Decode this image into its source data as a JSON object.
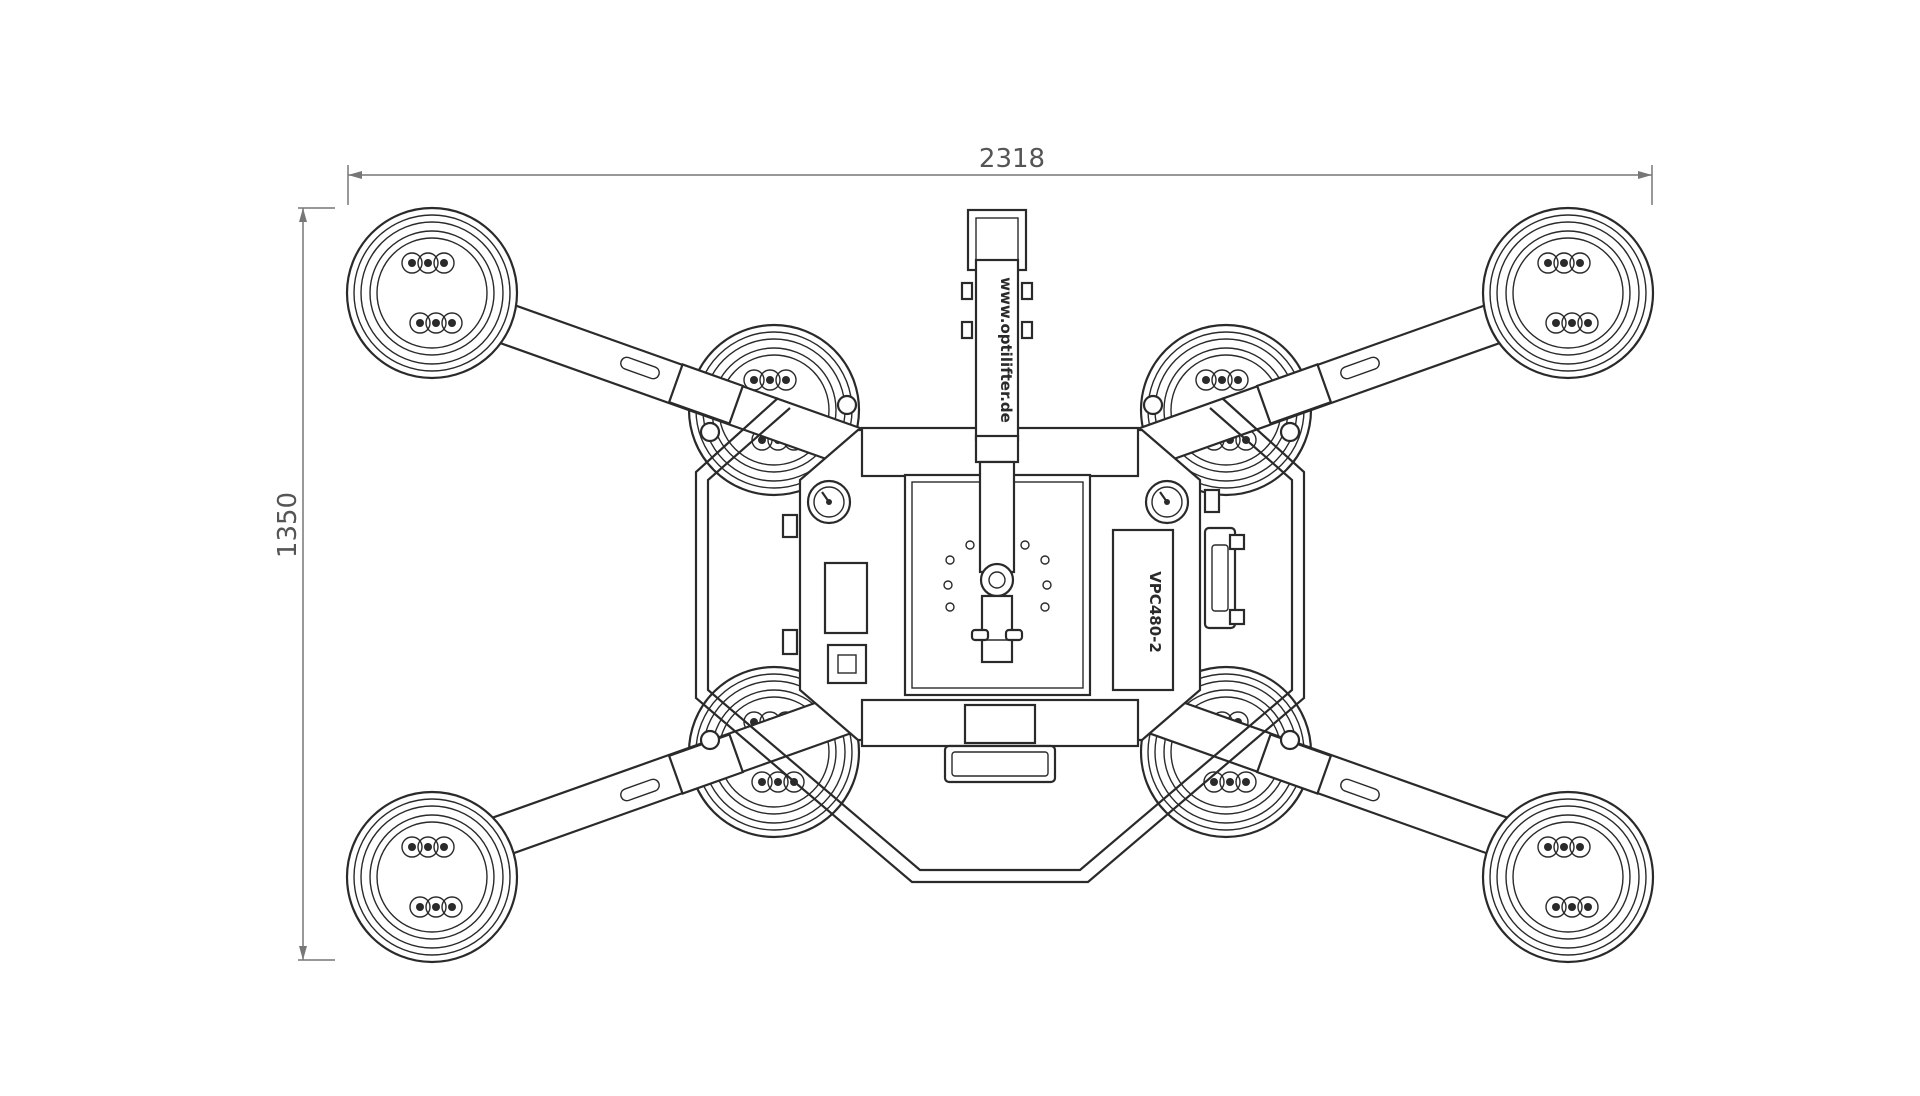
{
  "drawing": {
    "dimension_width": "2318",
    "dimension_height": "1350",
    "model_label": "VPC480-2",
    "website_label": "www.optilifter.de"
  },
  "colors": {
    "line": "#2a2a2a",
    "dimension": "#777777",
    "background": "#ffffff"
  }
}
